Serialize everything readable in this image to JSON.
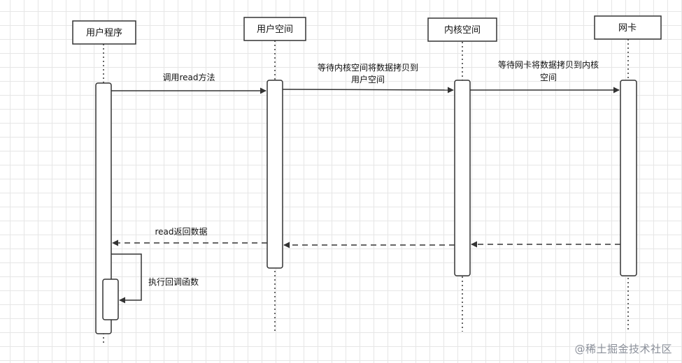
{
  "diagram": {
    "actors": [
      {
        "id": "user-program",
        "label": "用户程序"
      },
      {
        "id": "user-space",
        "label": "用户空间"
      },
      {
        "id": "kernel-space",
        "label": "内核空间"
      },
      {
        "id": "nic",
        "label": "网卡"
      }
    ],
    "messages": {
      "call_read": "调用read方法",
      "wait_kernel_line1": "等待内核空间将数据拷贝到",
      "wait_kernel_line2": "用户空间",
      "wait_nic_line1": "等待网卡将数据拷贝到内核",
      "wait_nic_line2": "空间",
      "read_return": "read返回数据",
      "exec_callback": "执行回调函数"
    },
    "colors": {
      "stroke": "#333333",
      "grid": "#e6e6e6",
      "watermark": "#8a8f99"
    }
  },
  "watermark": "@稀土掘金技术社区"
}
